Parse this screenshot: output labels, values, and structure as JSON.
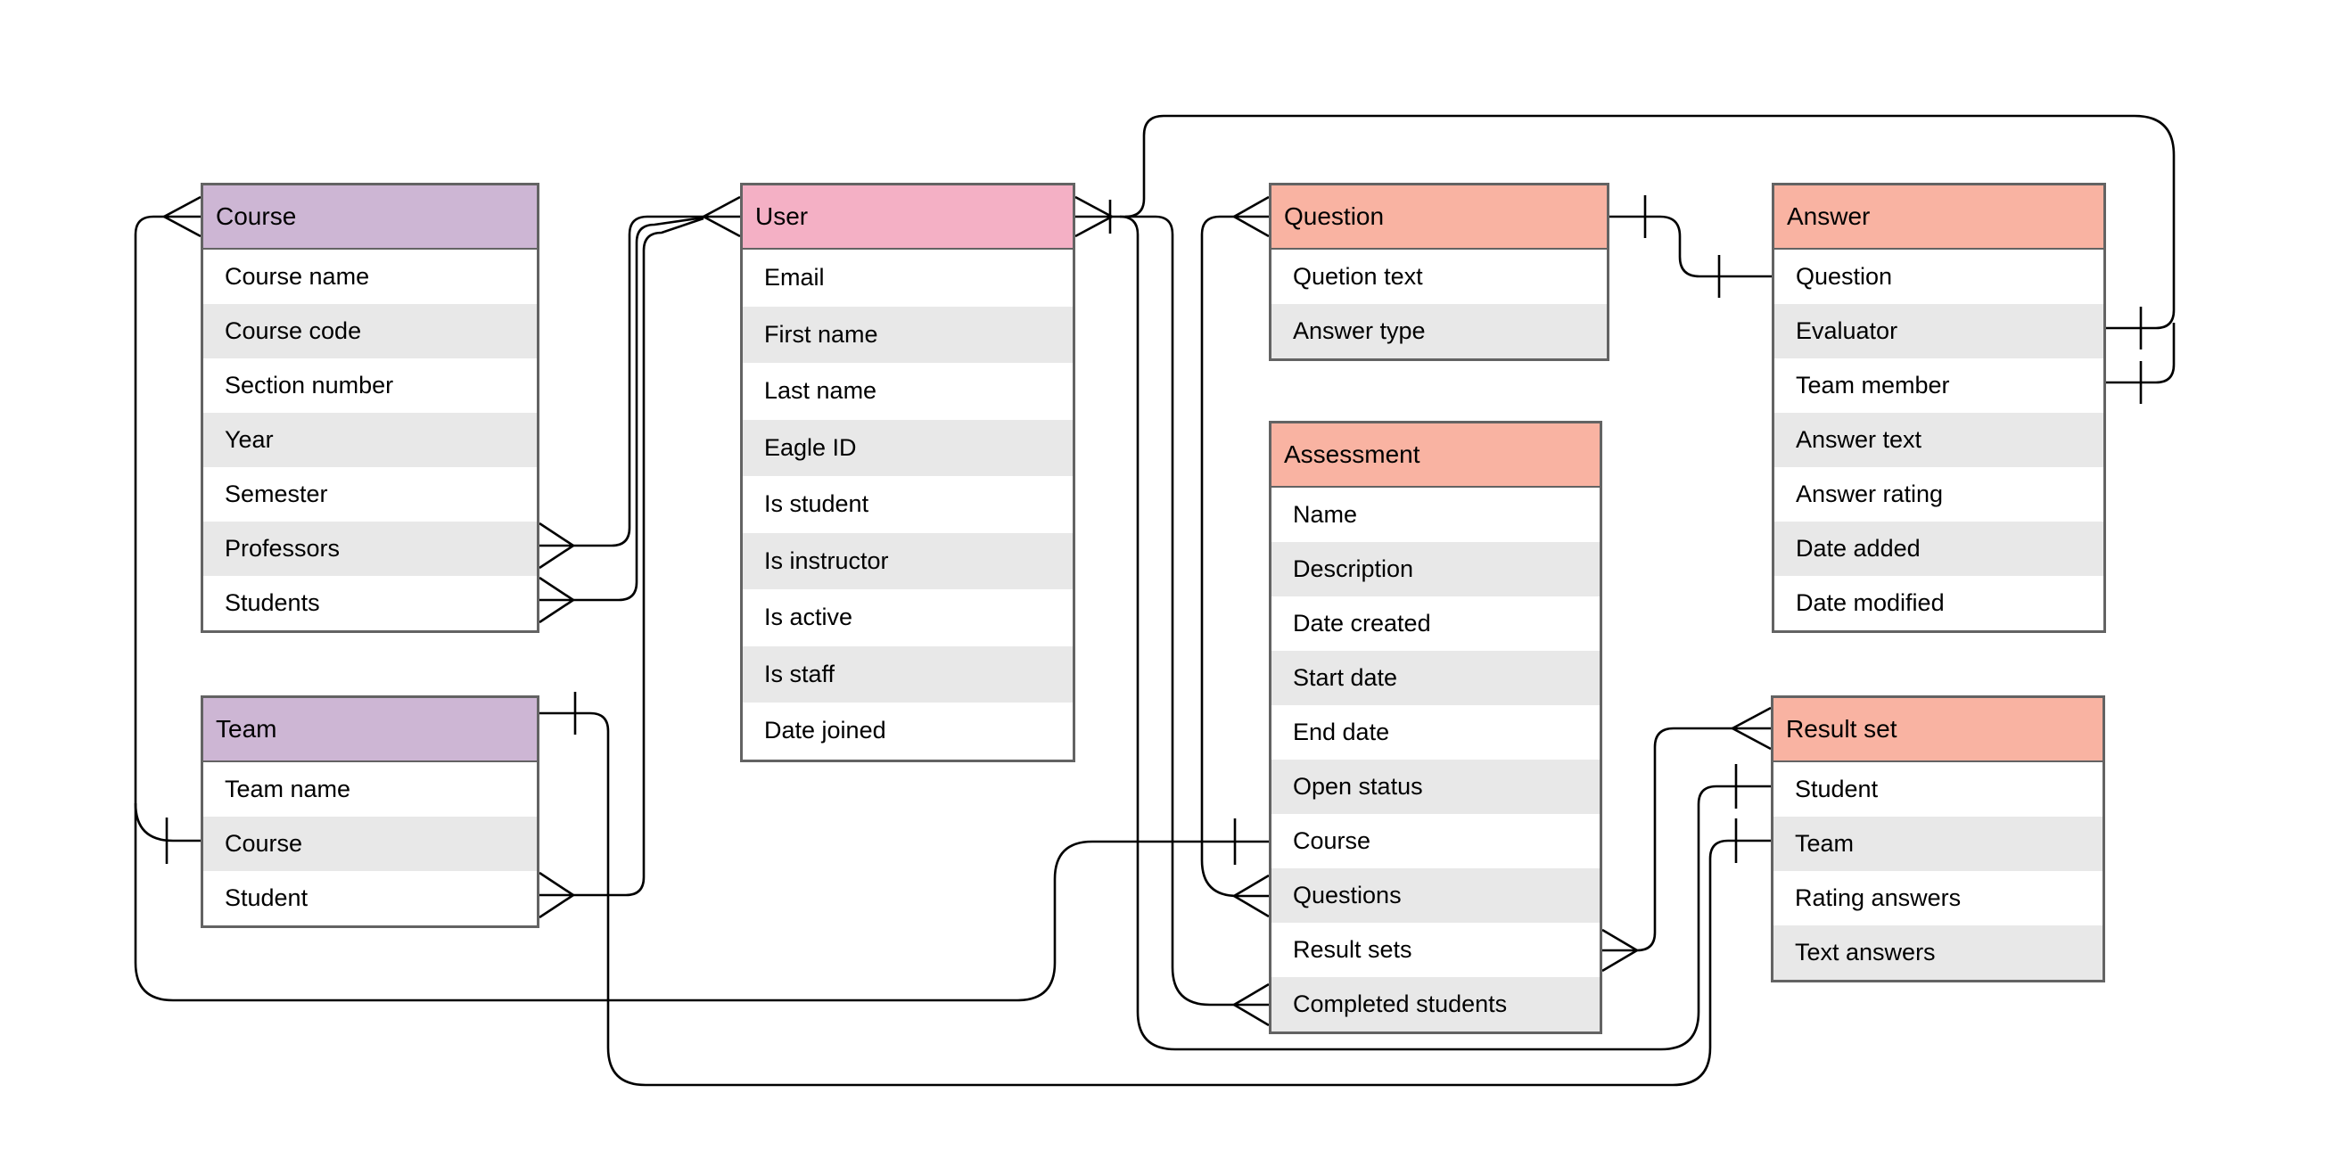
{
  "diagram": {
    "background_color": "#ffffff",
    "line_color": "#000000",
    "row_alt_color": "#e8e8e8",
    "table_border_color": "#636363"
  },
  "entities": {
    "course": {
      "name": "Course",
      "header_color": "#cdb6d4",
      "fields": [
        "Course name",
        "Course code",
        "Section number",
        "Year",
        "Semester",
        "Professors",
        "Students"
      ]
    },
    "user": {
      "name": "User",
      "header_color": "#f4b0c5",
      "fields": [
        "Email",
        "First name",
        "Last name",
        "Eagle ID",
        "Is student",
        "Is instructor",
        "Is active",
        "Is staff",
        "Date joined"
      ]
    },
    "question": {
      "name": "Question",
      "header_color": "#f9b3a2",
      "fields": [
        "Quetion text",
        "Answer type"
      ]
    },
    "answer": {
      "name": "Answer",
      "header_color": "#f9b3a2",
      "fields": [
        "Question",
        "Evaluator",
        "Team member",
        "Answer text",
        "Answer rating",
        "Date added",
        "Date modified"
      ]
    },
    "team": {
      "name": "Team",
      "header_color": "#cdb6d4",
      "fields": [
        "Team name",
        "Course",
        "Student"
      ]
    },
    "assessment": {
      "name": "Assessment",
      "header_color": "#f9b3a2",
      "fields": [
        "Name",
        "Description",
        "Date created",
        "Start date",
        "End date",
        "Open status",
        "Course",
        "Questions",
        "Result sets",
        "Completed students"
      ]
    },
    "result_set": {
      "name": "Result set",
      "header_color": "#f9b3a2",
      "fields": [
        "Student",
        "Team",
        "Rating answers",
        "Text answers"
      ]
    }
  },
  "relationships": [
    {
      "from": "Course.Professors",
      "to": "User",
      "from_marker": "many",
      "to_marker": "many"
    },
    {
      "from": "Course.Students",
      "to": "User",
      "from_marker": "many",
      "to_marker": "many"
    },
    {
      "from": "Team.Student",
      "to": "User",
      "from_marker": "many",
      "to_marker": "many"
    },
    {
      "from": "Team.Course",
      "to": "Course",
      "from_marker": "one",
      "to_marker": "many"
    },
    {
      "from": "Assessment.Course",
      "to": "Course",
      "from_marker": "one",
      "to_marker": "many"
    },
    {
      "from": "Assessment.Questions",
      "to": "Question",
      "from_marker": "many",
      "to_marker": "many"
    },
    {
      "from": "Assessment.Completed students",
      "to": "User",
      "from_marker": "many",
      "to_marker": "many"
    },
    {
      "from": "Assessment.Result sets",
      "to": "Result set",
      "from_marker": "many",
      "to_marker": "many"
    },
    {
      "from": "Question",
      "to": "Answer.Question",
      "from_marker": "one",
      "to_marker": "one"
    },
    {
      "from": "Answer.Evaluator",
      "to": "User",
      "from_marker": "one",
      "to_marker": "many"
    },
    {
      "from": "Answer.Team member",
      "to": "User",
      "from_marker": "one",
      "to_marker": "many"
    },
    {
      "from": "Result set.Student",
      "to": "User",
      "from_marker": "one",
      "to_marker": "many"
    },
    {
      "from": "Result set.Team",
      "to": "Team",
      "from_marker": "one",
      "to_marker": "one"
    }
  ]
}
